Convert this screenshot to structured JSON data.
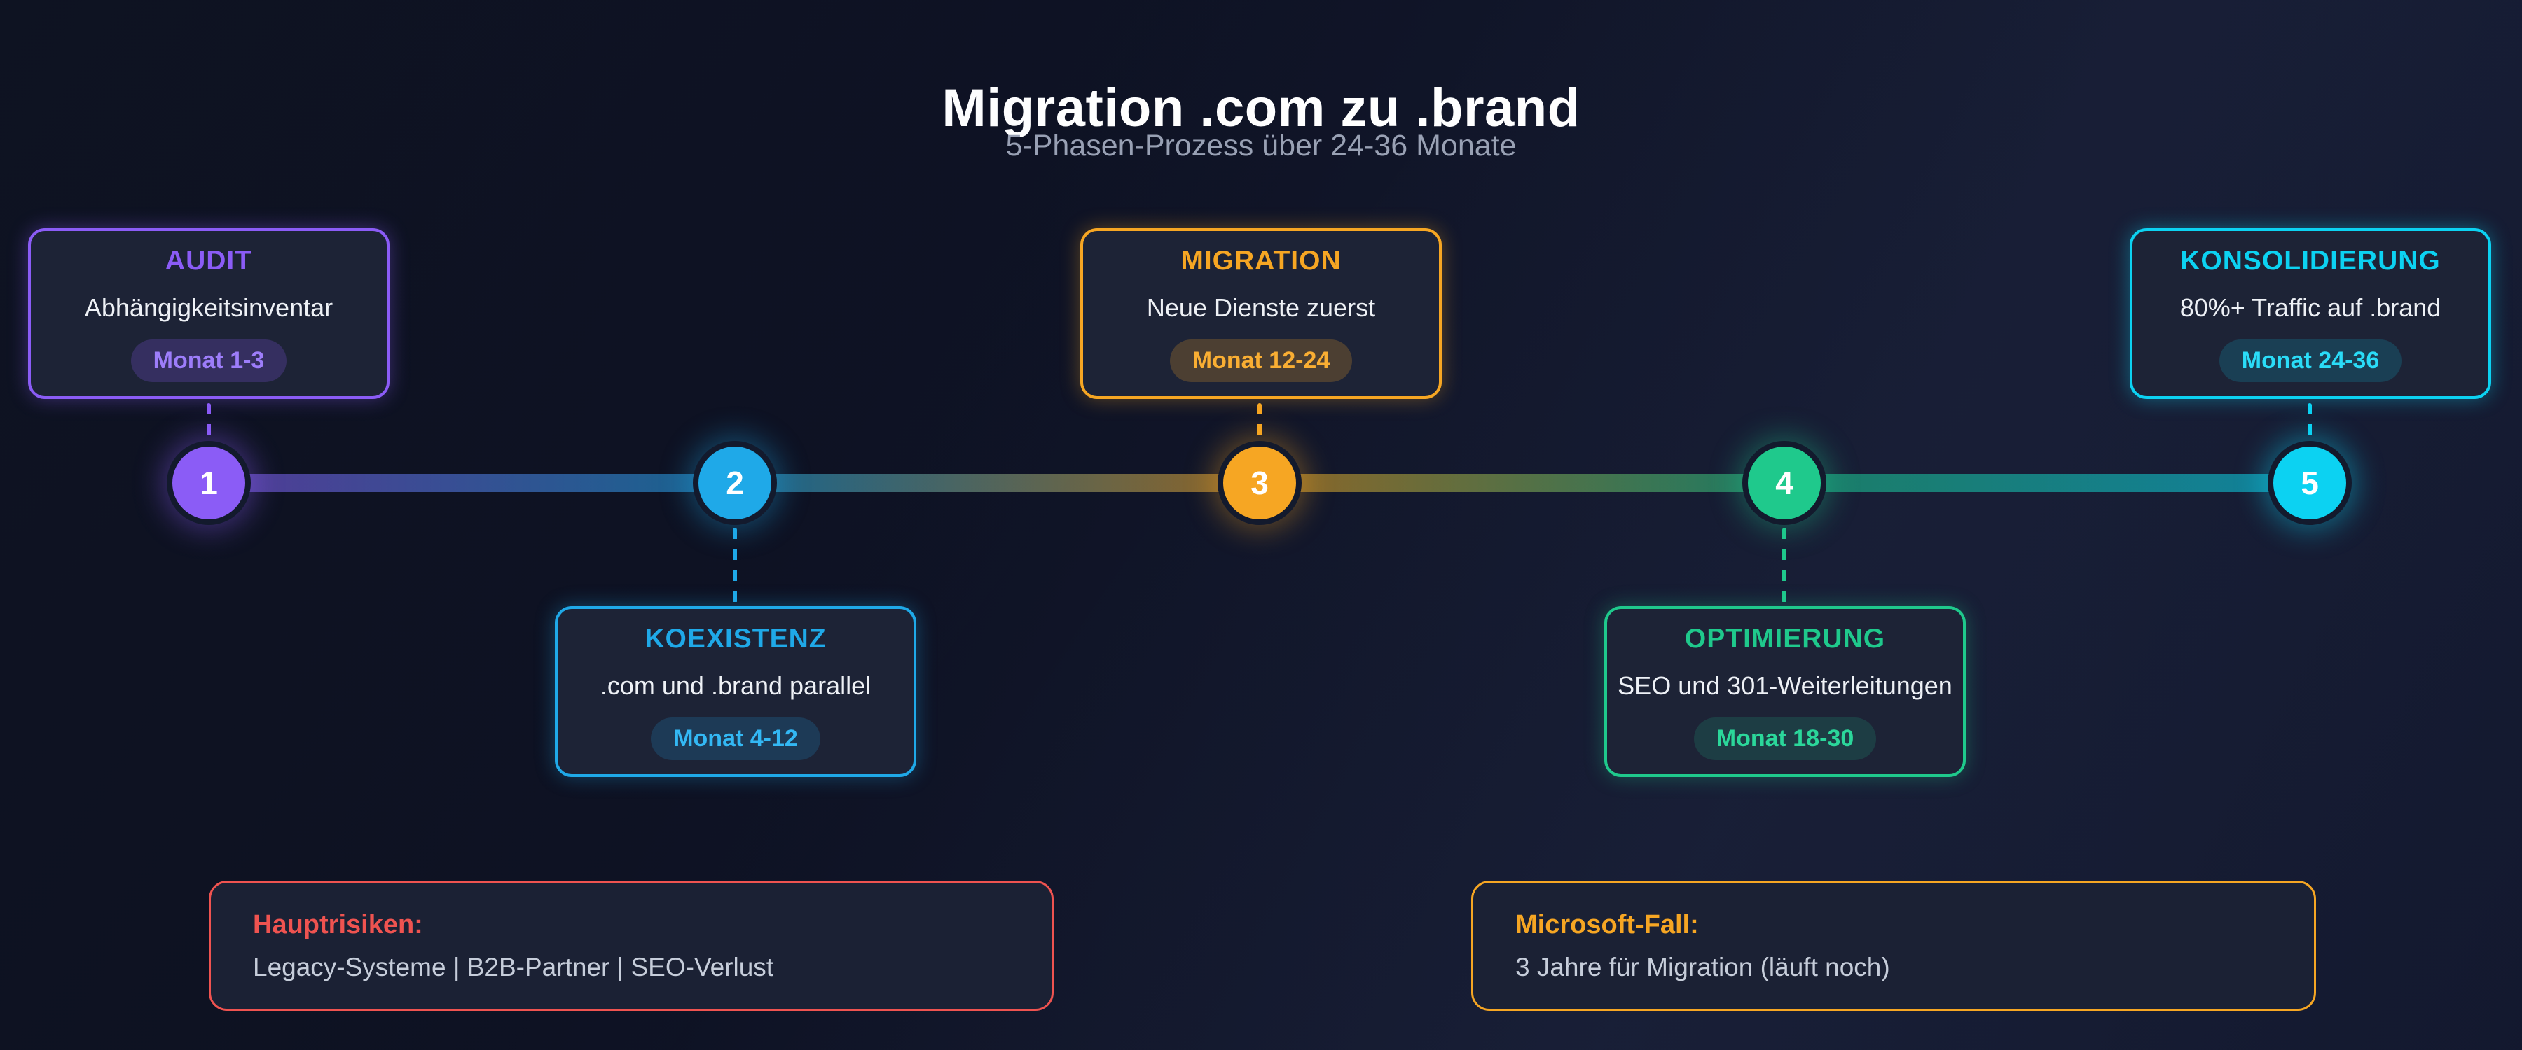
{
  "header": {
    "title": "Migration .com zu .brand",
    "subtitle": "5-Phasen-Prozess über 24-36 Monate"
  },
  "phases": [
    {
      "number": "1",
      "name": "AUDIT",
      "description": "Abhängigkeitsinventar",
      "badge": "Monat 1-3",
      "accent": "#8b5cf6",
      "card_position": "above-timeline"
    },
    {
      "number": "2",
      "name": "KOEXISTENZ",
      "description": ".com und .brand parallel",
      "badge": "Monat 4-12",
      "accent": "#1fa9e8",
      "card_position": "below-timeline"
    },
    {
      "number": "3",
      "name": "MIGRATION",
      "description": "Neue Dienste zuerst",
      "badge": "Monat 12-24",
      "accent": "#f6a623",
      "card_position": "above-timeline"
    },
    {
      "number": "4",
      "name": "OPTIMIERUNG",
      "description": "SEO und 301-Weiterleitungen",
      "badge": "Monat 18-30",
      "accent": "#1fc98c",
      "card_position": "below-timeline"
    },
    {
      "number": "5",
      "name": "KONSOLIDIERUNG",
      "description": "80%+ Traffic auf .brand",
      "badge": "Monat 24-36",
      "accent": "#0cd2f2",
      "card_position": "above-timeline"
    }
  ],
  "timeline": {
    "gradient_colors": [
      "#8b5cf6",
      "#1fa9e8",
      "#f6a623",
      "#1fc98c",
      "#0cd2f2"
    ]
  },
  "notes": [
    {
      "title": "Hauptrisiken:",
      "text": "Legacy-Systeme | B2B-Partner | SEO-Verlust",
      "accent": "#ef5350"
    },
    {
      "title": "Microsoft-Fall:",
      "text": "3 Jahre für Migration (läuft noch)",
      "accent": "#f6a623"
    }
  ],
  "colors": {
    "background": "#0d1122",
    "card_background": "#1d2336",
    "title_text": "#ffffff",
    "subtitle_text": "#99a1b4",
    "body_text": "#c6cdda"
  }
}
